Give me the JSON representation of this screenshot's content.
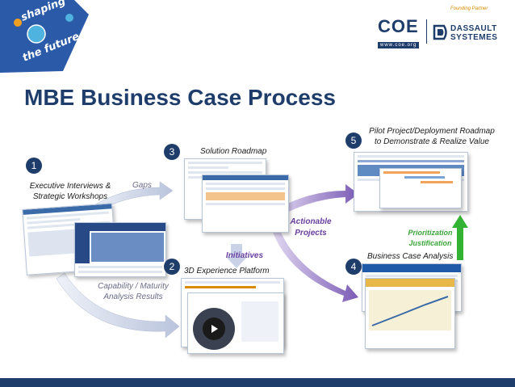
{
  "badge": {
    "line1": "shaping",
    "line2": "the future"
  },
  "logos": {
    "coe_big": "COE",
    "coe_small": "www.coe.org",
    "partner_label": "Founding Partner",
    "ds_line1": "DASSAULT",
    "ds_line2": "SYSTEMES"
  },
  "title": "MBE Business Case Process",
  "steps": [
    {
      "num": "1",
      "label_lines": [
        "Executive Interviews &",
        "Strategic Workshops"
      ]
    },
    {
      "num": "2",
      "label": "3D Experience Platform"
    },
    {
      "num": "3",
      "label": "Solution Roadmap"
    },
    {
      "num": "4",
      "label": "Business Case Analysis"
    },
    {
      "num": "5",
      "label_lines": [
        "Pilot Project/Deployment Roadmap",
        "to Demonstrate & Realize Value"
      ]
    }
  ],
  "flows": {
    "gaps": "Gaps",
    "capability_lines": [
      "Capability / Maturity",
      "Analysis Results"
    ],
    "initiatives": "Initiatives",
    "actionable_lines": [
      "Actionable",
      "Projects"
    ],
    "prioritization_lines": [
      "Prioritization",
      "Justification"
    ]
  },
  "colors": {
    "navy": "#1f3d6b",
    "purple_arrow": "#7b5bb5",
    "green_arrow": "#33b233",
    "gray_arrow": "#c9d2e6"
  },
  "icons": [
    "play-icon"
  ]
}
